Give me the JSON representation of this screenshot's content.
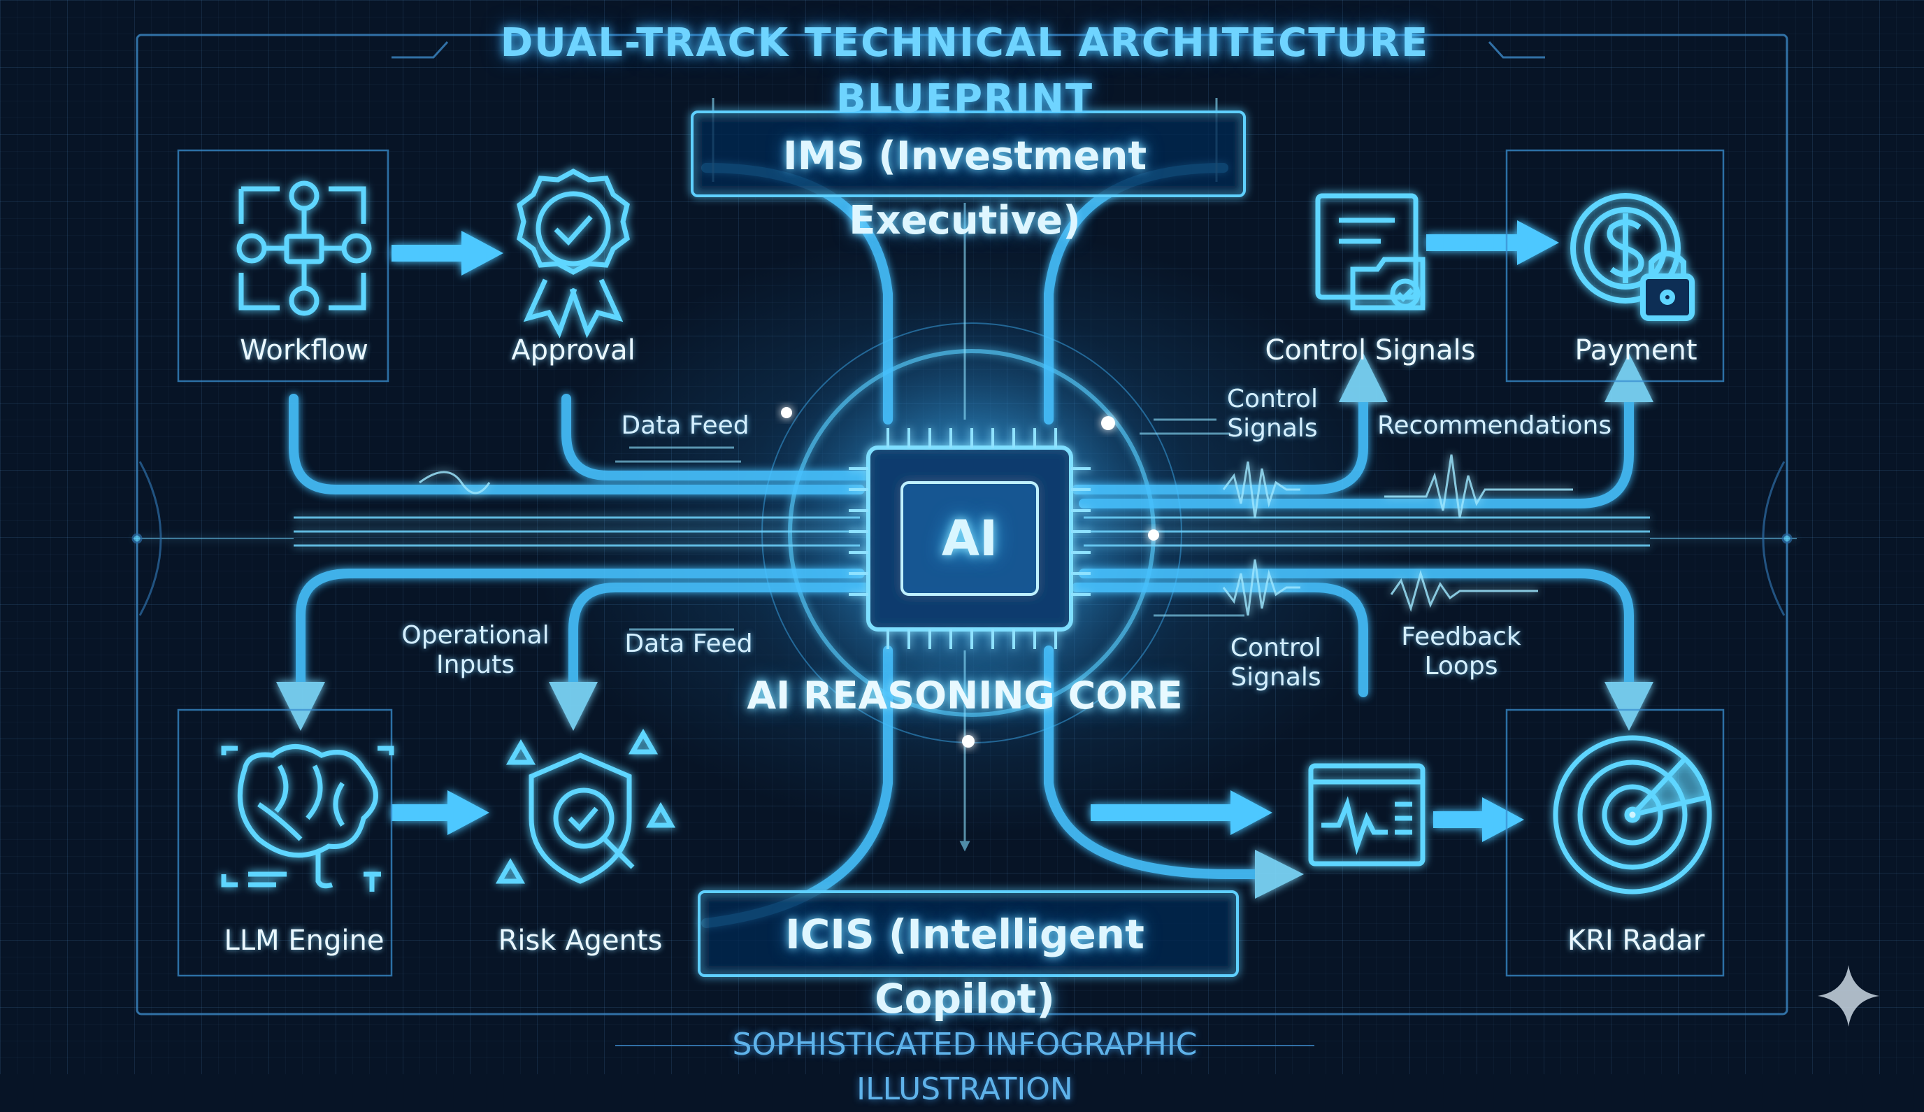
{
  "title": "DUAL-TRACK TECHNICAL ARCHITECTURE BLUEPRINT",
  "tracks": {
    "ims": "IMS (Investment Executive)",
    "icis": "ICIS (Intelligent Copilot)"
  },
  "core": {
    "chip_label": "AI",
    "label": "AI REASONING CORE"
  },
  "nodes": {
    "workflow": "Workflow",
    "approval": "Approval",
    "control_signals": "Control Signals",
    "payment": "Payment",
    "llm_engine": "LLM Engine",
    "risk_agents": "Risk Agents",
    "kri_radar": "KRI Radar"
  },
  "flows": {
    "data_feed_top": "Data Feed",
    "control_signals_top": "Control\nSignals",
    "recommendations": "Recommendations",
    "operational_inputs": "Operational\nInputs",
    "data_feed_bottom": "Data Feed",
    "control_signals_bottom": "Control\nSignals",
    "feedback_loops": "Feedback\nLoops"
  },
  "icons": [
    "workflow-icon",
    "approval-badge-icon",
    "document-folder-icon",
    "payment-lock-icon",
    "brain-icon",
    "shield-check-icon",
    "monitor-pulse-icon",
    "radar-icon",
    "ai-chip-icon",
    "sparkle-icon"
  ],
  "footer": "SOPHISTICATED INFOGRAPHIC ILLUSTRATION",
  "colors": {
    "background": "#071426",
    "neon_blue": "#39c6ff",
    "glow_white": "#e6f9ff"
  }
}
